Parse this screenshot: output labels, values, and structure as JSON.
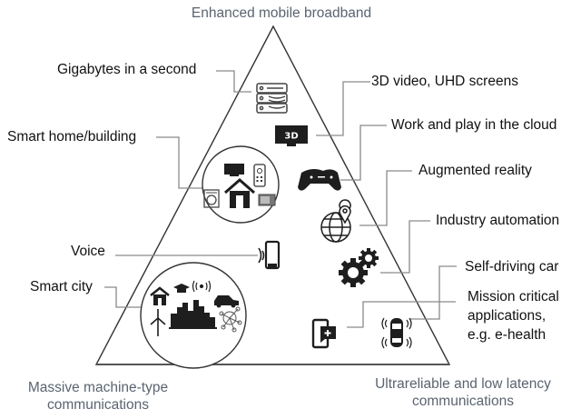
{
  "corners": {
    "top": "Enhanced mobile broadband",
    "bottom_left": [
      "Massive machine-type",
      "communications"
    ],
    "bottom_right": [
      "Ultrareliable and low latency",
      "communications"
    ]
  },
  "left_labels": {
    "gigabytes": "Gigabytes in a second",
    "smart_home": "Smart home/building",
    "voice": "Voice",
    "smart_city": "Smart city"
  },
  "right_labels": {
    "video_3d": "3D video, UHD screens",
    "cloud": "Work and play in the cloud",
    "ar": "Augmented reality",
    "industry": "Industry automation",
    "self_driving": "Self-driving car",
    "mission_critical": [
      "Mission critical",
      "applications,",
      "e.g. e-health"
    ]
  },
  "icons": {
    "tv_3d_text": "3D",
    "names": [
      "database-server-icon",
      "tv-3d-icon",
      "gamepad-icon",
      "globe-location-icon",
      "gears-icon",
      "phone-voice-icon",
      "phone-medical-icon",
      "car-sensor-icon",
      "smart-home-icon",
      "smart-city-icon"
    ]
  },
  "colors": {
    "line": "#333333",
    "leader": "#8a8a8a",
    "icon": "#1e1e1e",
    "corner_text": "#5b6470"
  }
}
